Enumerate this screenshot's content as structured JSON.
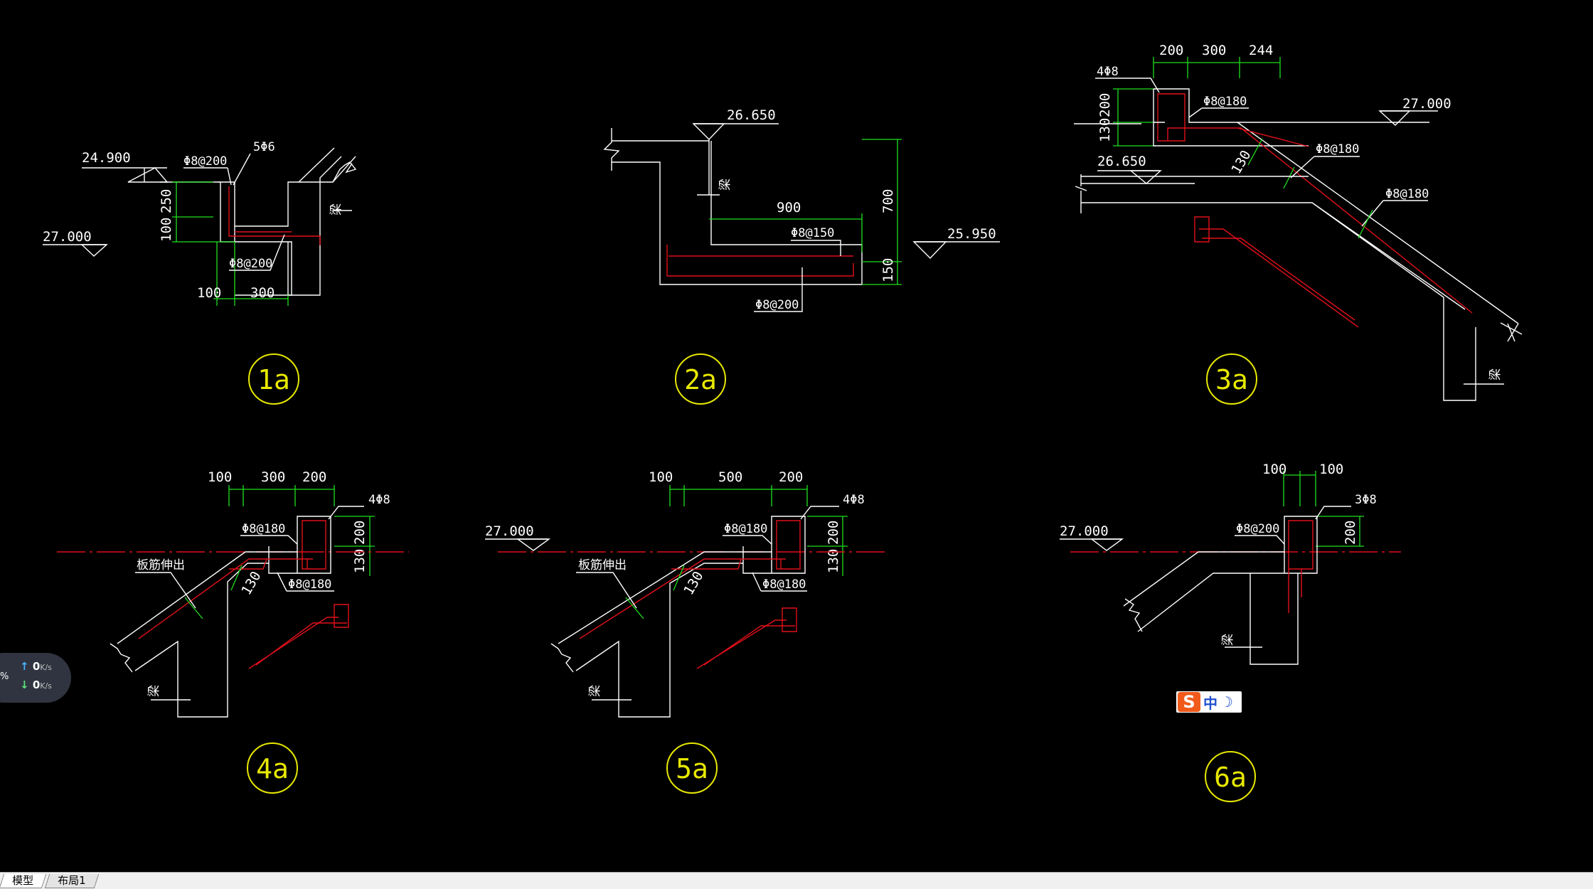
{
  "tabs": [
    {
      "label": "模型"
    },
    {
      "label": "布局1"
    }
  ],
  "network": {
    "percent": "%",
    "up_value": "0",
    "up_unit": "K/s",
    "down_value": "0",
    "down_unit": "K/s"
  },
  "ime": {
    "logo": "S",
    "mode": "中",
    "moon": "☽"
  },
  "details": {
    "d1a": {
      "label": "1a",
      "elev_top": "24.900",
      "elev_low": "27.000",
      "rebar_top": "Φ8@200",
      "rebar_count": "5Φ6",
      "rebar_bottom": "Φ8@200",
      "dim_250": "250",
      "dim_100v": "100",
      "dim_100": "100",
      "dim_300": "300",
      "beam": "梁"
    },
    "d2a": {
      "label": "2a",
      "elev_top": "26.650",
      "elev_right": "25.950",
      "dim_900": "900",
      "dim_700": "700",
      "dim_150": "150",
      "rebar_top": "Φ8@150",
      "rebar_bottom": "Φ8@200",
      "beam": "梁"
    },
    "d3a": {
      "label": "3a",
      "dim_200": "200",
      "dim_300": "300",
      "dim_244": "244",
      "rebar_count": "4Φ8",
      "rebar_stirrup": "Φ8@180",
      "elev_right": "27.000",
      "dim_200v": "200",
      "dim_130v": "130",
      "rebar_slab": "Φ8@180",
      "elev_left": "26.650",
      "dim_130s": "130",
      "rebar_slope": "Φ8@180",
      "beam": "梁"
    },
    "d4a": {
      "label": "4a",
      "dim_100": "100",
      "dim_300": "300",
      "dim_200": "200",
      "rebar_count": "4Φ8",
      "rebar_stirrup": "Φ8@180",
      "rebar_slab": "Φ8@180",
      "dim_200v": "200",
      "dim_130v": "130",
      "dim_130s": "130",
      "note": "板筋伸出",
      "beam": "梁"
    },
    "d5a": {
      "label": "5a",
      "dim_100": "100",
      "dim_500": "500",
      "dim_200": "200",
      "rebar_count": "4Φ8",
      "rebar_stirrup": "Φ8@180",
      "rebar_slab": "Φ8@180",
      "elev": "27.000",
      "dim_200v": "200",
      "dim_130v": "130",
      "dim_130s": "130",
      "note": "板筋伸出",
      "beam": "梁"
    },
    "d6a": {
      "label": "6a",
      "dim_100a": "100",
      "dim_100b": "100",
      "rebar_count": "3Φ8",
      "rebar_stirrup": "Φ8@200",
      "elev": "27.000",
      "dim_200v": "200",
      "beam": "梁"
    }
  }
}
